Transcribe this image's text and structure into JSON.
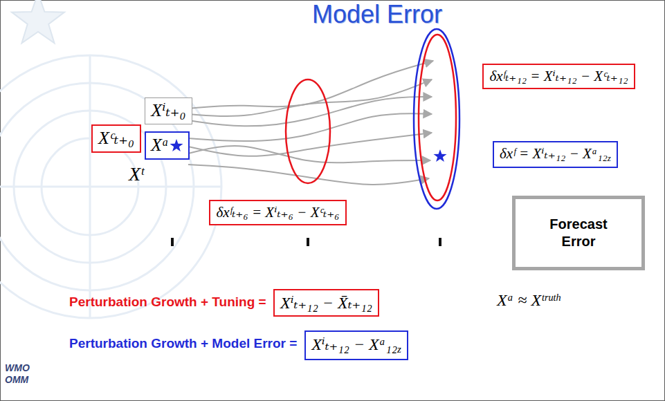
{
  "diagram": {
    "title": "Model Error",
    "nodes": [
      {
        "text": [
          "Xⁱₜ₊₀"
        ]
      },
      {
        "text": [
          "Xᶜₜ₊₀"
        ]
      },
      {
        "text": [
          "Xᵃ"
        ]
      },
      {
        "text": [
          "δxᶠₜ₊₁₂ = Xⁱₜ₊₁₂ − Xᶜₜ₊₁₂"
        ]
      },
      {
        "text": [
          "δxᶠ = Xⁱₜ₊₁₂ − Xᵃ₁₂z"
        ]
      },
      {
        "text": [
          "δxᶠₜ₊₆ = Xⁱₜ₊₆ − Xᶜₜ₊₆"
        ]
      },
      {
        "text": [
          "Forecast Error"
        ]
      },
      {
        "text": [
          "Xⁱₜ₊₁₂ − X̄ₜ₊₁₂"
        ]
      },
      {
        "text": [
          "Xⁱₜ₊₁₂ − Xᵃ₁₂z"
        ]
      }
    ],
    "labels": [
      "Xᵗ",
      "Perturbation Growth + Tuning =",
      "Perturbation Growth + Model Error =",
      "Xᵃ ≈ Xᵗʳᵘᵗʰ",
      "WMO",
      "OMM"
    ]
  }
}
